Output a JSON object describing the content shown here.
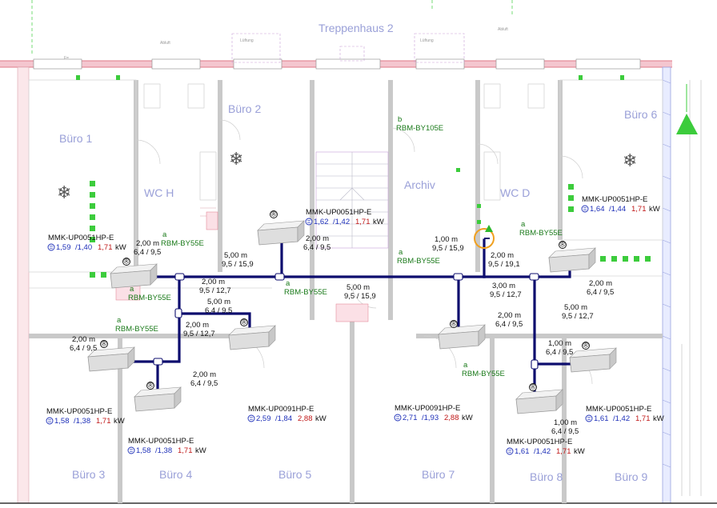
{
  "colors": {
    "pipe": "#0d0d6e",
    "label_green": "#1a7a1a",
    "value_blue": "#1d2fb8",
    "value_red": "#c01818",
    "room_text": "#9aa0d8",
    "wall_red": "#e07a8a",
    "green_marker": "#3ccc3c"
  },
  "rooms": {
    "buero1": "Büro 1",
    "buero2": "Büro 2",
    "treppenhaus": "Treppenhaus 2",
    "wch": "WC H",
    "archiv": "Archiv",
    "wcd": "WC D",
    "buero6": "Büro 6",
    "buero3": "Büro 3",
    "buero4": "Büro 4",
    "buero5": "Büro 5",
    "buero7": "Büro 7",
    "buero8": "Büro 8",
    "buero9": "Büro 9"
  },
  "units": [
    {
      "model": "MMK-UP0051HP-E",
      "v1": "1,59",
      "v2": "/1,40",
      "v3": "1,71",
      "unit": "kW"
    },
    {
      "model": "MMK-UP0051HP-E",
      "v1": "1,62",
      "v2": "/1,42",
      "v3": "1,71",
      "unit": "kW"
    },
    {
      "model": "MMK-UP0051HP-E",
      "v1": "1,64",
      "v2": "/1,44",
      "v3": "1,71",
      "unit": "kW"
    },
    {
      "model": "MMK-UP0051HP-E",
      "v1": "1,58",
      "v2": "/1,38",
      "v3": "1,71",
      "unit": "kW"
    },
    {
      "model": "MMK-UP0051HP-E",
      "v1": "1,58",
      "v2": "/1,38",
      "v3": "1,71",
      "unit": "kW"
    },
    {
      "model": "MMK-UP0091HP-E",
      "v1": "2,59",
      "v2": "/1,84",
      "v3": "2,88",
      "unit": "kW"
    },
    {
      "model": "MMK-UP0091HP-E",
      "v1": "2,71",
      "v2": "/1,93",
      "v3": "2,88",
      "unit": "kW"
    },
    {
      "model": "MMK-UP0051HP-E",
      "v1": "1,61",
      "v2": "/1,42",
      "v3": "1,71",
      "unit": "kW"
    },
    {
      "model": "MMK-UP0051HP-E",
      "v1": "1,61",
      "v2": "/1,42",
      "v3": "1,71",
      "unit": "kW"
    }
  ],
  "branch_kits": [
    {
      "letter": "a",
      "model": "RBM-BY55E"
    },
    {
      "letter": "a",
      "model": "RBM-BY55E"
    },
    {
      "letter": "a",
      "model": "RBM-BY55E"
    },
    {
      "letter": "a",
      "model": "RBM-BY55E"
    },
    {
      "letter": "a",
      "model": "RBM-BY55E"
    },
    {
      "letter": "a",
      "model": "RBM-BY55E"
    },
    {
      "letter": "a",
      "model": "RBM-BY55E"
    },
    {
      "letter": "b",
      "model": "RBM-BY105E"
    }
  ],
  "pipe_labels": [
    {
      "len": "2,00 m",
      "dia": "6,4 / 9,5"
    },
    {
      "len": "2,00 m",
      "dia": "6,4 / 9,5"
    },
    {
      "len": "5,00 m",
      "dia": "9,5 / 15,9"
    },
    {
      "len": "2,00 m",
      "dia": "9,5 / 12,7"
    },
    {
      "len": "5,00 m",
      "dia": "6,4 / 9,5"
    },
    {
      "len": "2,00 m",
      "dia": "9,5 / 12,7"
    },
    {
      "len": "2,00 m",
      "dia": "6,4 / 9,5"
    },
    {
      "len": "2,00 m",
      "dia": "6,4 / 9,5"
    },
    {
      "len": "5,00 m",
      "dia": "9,5 / 15,9"
    },
    {
      "len": "1,00 m",
      "dia": "9,5 / 15,9"
    },
    {
      "len": "2,00 m",
      "dia": "9,5 / 19,1"
    },
    {
      "len": "3,00 m",
      "dia": "9,5 / 12,7"
    },
    {
      "len": "2,00 m",
      "dia": "6,4 / 9,5"
    },
    {
      "len": "2,00 m",
      "dia": "6,4 / 9,5"
    },
    {
      "len": "5,00 m",
      "dia": "9,5 / 12,7"
    },
    {
      "len": "1,00 m",
      "dia": "6,4 / 9,5"
    },
    {
      "len": "1,00 m",
      "dia": "6,4 / 9,5"
    }
  ],
  "symbols": {
    "registered": "®",
    "power_icon": "circled-equals-icon",
    "outdoor_unit_icon": "orange-circle-icon"
  }
}
